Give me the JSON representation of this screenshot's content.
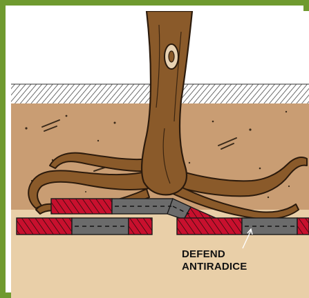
{
  "label": {
    "line1": "DEFEND",
    "line2": "ANTIRADICE"
  },
  "colors": {
    "frame": "#6f9a2f",
    "sky": "#ffffff",
    "soil": "#c99d73",
    "deep_soil": "#e9cfa8",
    "tree": "#8a5a2a",
    "tree_outline": "#2b1a0c",
    "red_pipe": "#c8102e",
    "grey_pipe": "#6b6b6b"
  },
  "icons": {
    "tree": "tree-trunk-with-roots",
    "pipes": "pipe-segments",
    "arrow": "leader-arrow"
  }
}
